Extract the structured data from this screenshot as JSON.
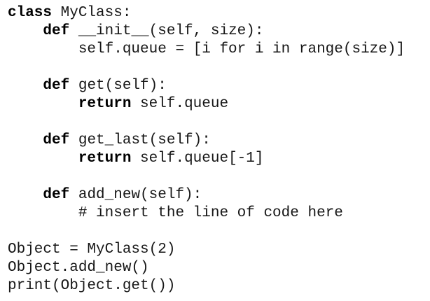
{
  "page": {
    "background": "#ffffff",
    "text_color": "#161616",
    "keyword_color": "#000000"
  },
  "code": {
    "language": "python",
    "lines": [
      [
        {
          "t": "class",
          "b": true
        },
        {
          "t": " MyClass:"
        }
      ],
      [
        {
          "t": "    "
        },
        {
          "t": "def",
          "b": true
        },
        {
          "t": " __init__(self, size):"
        }
      ],
      [
        {
          "t": "        self.queue = [i for i in range(size)]"
        }
      ],
      [],
      [
        {
          "t": "    "
        },
        {
          "t": "def",
          "b": true
        },
        {
          "t": " get(self):"
        }
      ],
      [
        {
          "t": "        "
        },
        {
          "t": "return",
          "b": true
        },
        {
          "t": " self.queue"
        }
      ],
      [],
      [
        {
          "t": "    "
        },
        {
          "t": "def",
          "b": true
        },
        {
          "t": " get_last(self):"
        }
      ],
      [
        {
          "t": "        "
        },
        {
          "t": "return",
          "b": true
        },
        {
          "t": " self.queue[-1]"
        }
      ],
      [],
      [
        {
          "t": "    "
        },
        {
          "t": "def",
          "b": true
        },
        {
          "t": " add_new(self):"
        }
      ],
      [
        {
          "t": "        # insert the line of code here"
        }
      ],
      [],
      [
        {
          "t": "Object = MyClass(2)"
        }
      ],
      [
        {
          "t": "Object.add_new()"
        }
      ],
      [
        {
          "t": "print(Object.get())"
        }
      ]
    ]
  }
}
